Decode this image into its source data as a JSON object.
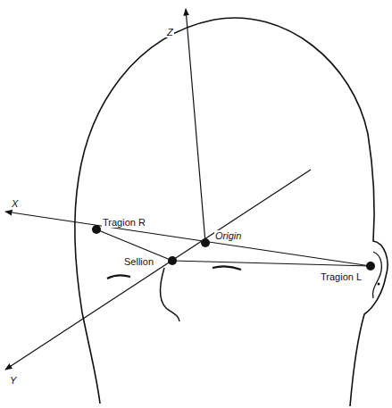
{
  "diagram": {
    "labels": [
      "Z",
      "X",
      "Y",
      "Tragion R",
      "Origin",
      "Sellion",
      "Tragion L"
    ]
  }
}
